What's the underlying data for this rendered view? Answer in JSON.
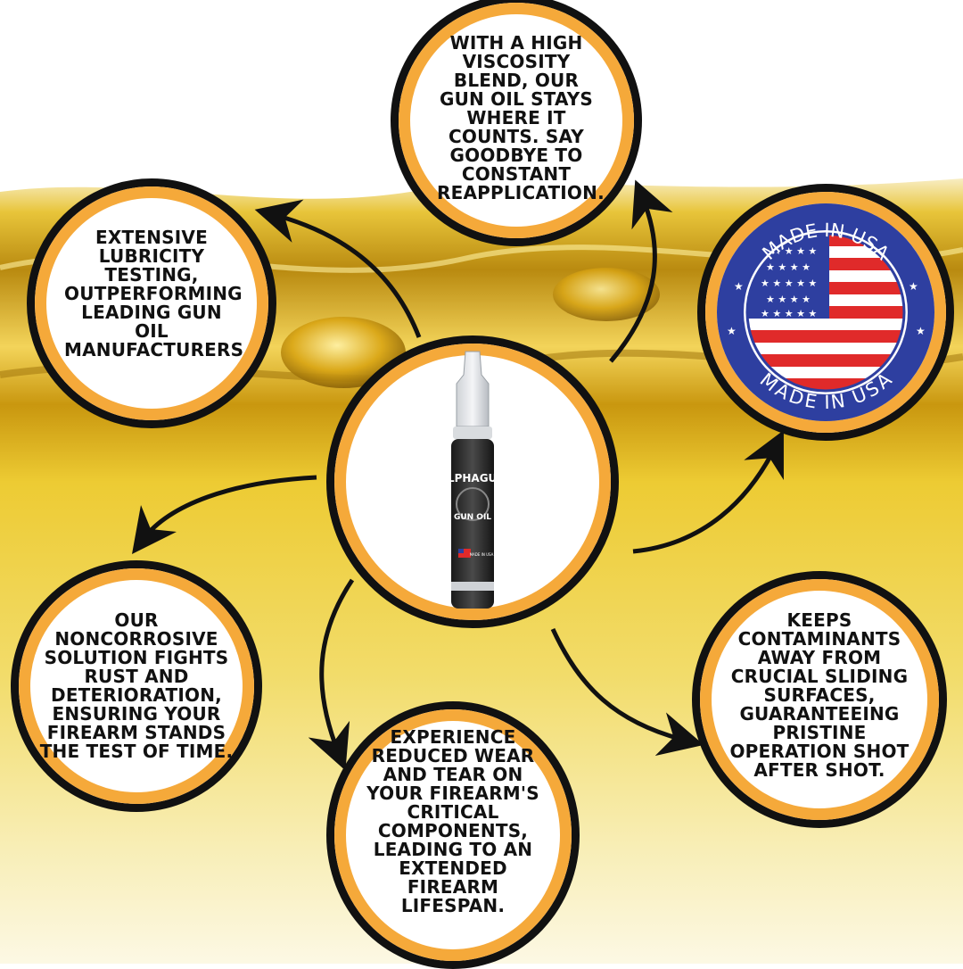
{
  "colors": {
    "ring": "#F5A93A",
    "outline": "#111111",
    "oil_gold": "#E6B81E",
    "flag_red": "#E02A2A",
    "flag_blue": "#2E3FA0"
  },
  "features": {
    "viscosity": "WITH A HIGH VISCOSITY BLEND, OUR GUN OIL STAYS WHERE IT COUNTS. SAY GOODBYE TO CONSTANT REAPPLICATION.",
    "lubricity": "EXTENSIVE LUBRICITY TESTING, OUTPERFORMING LEADING GUN OIL MANUFACTURERS",
    "noncorrosive": "OUR NONCORROSIVE SOLUTION FIGHTS RUST AND DETERIORATION, ENSURING YOUR FIREARM STANDS THE TEST OF TIME.",
    "wear": "EXPERIENCE REDUCED WEAR AND TEAR ON YOUR FIREARM'S CRITICAL COMPONENTS, LEADING TO AN EXTENDED FIREARM LIFESPAN.",
    "contaminants": "KEEPS CONTAMINANTS AWAY FROM CRUCIAL SLIDING SURFACES, GUARANTEEING PRISTINE OPERATION SHOT AFTER SHOT."
  },
  "badge": {
    "top_text": "MADE IN USA",
    "bottom_text": "MADE IN USA",
    "icon": "us-flag-icon"
  },
  "product": {
    "brand": "ALPHAGUN",
    "name": "GUN OIL",
    "flag_label": "MADE IN USA"
  }
}
